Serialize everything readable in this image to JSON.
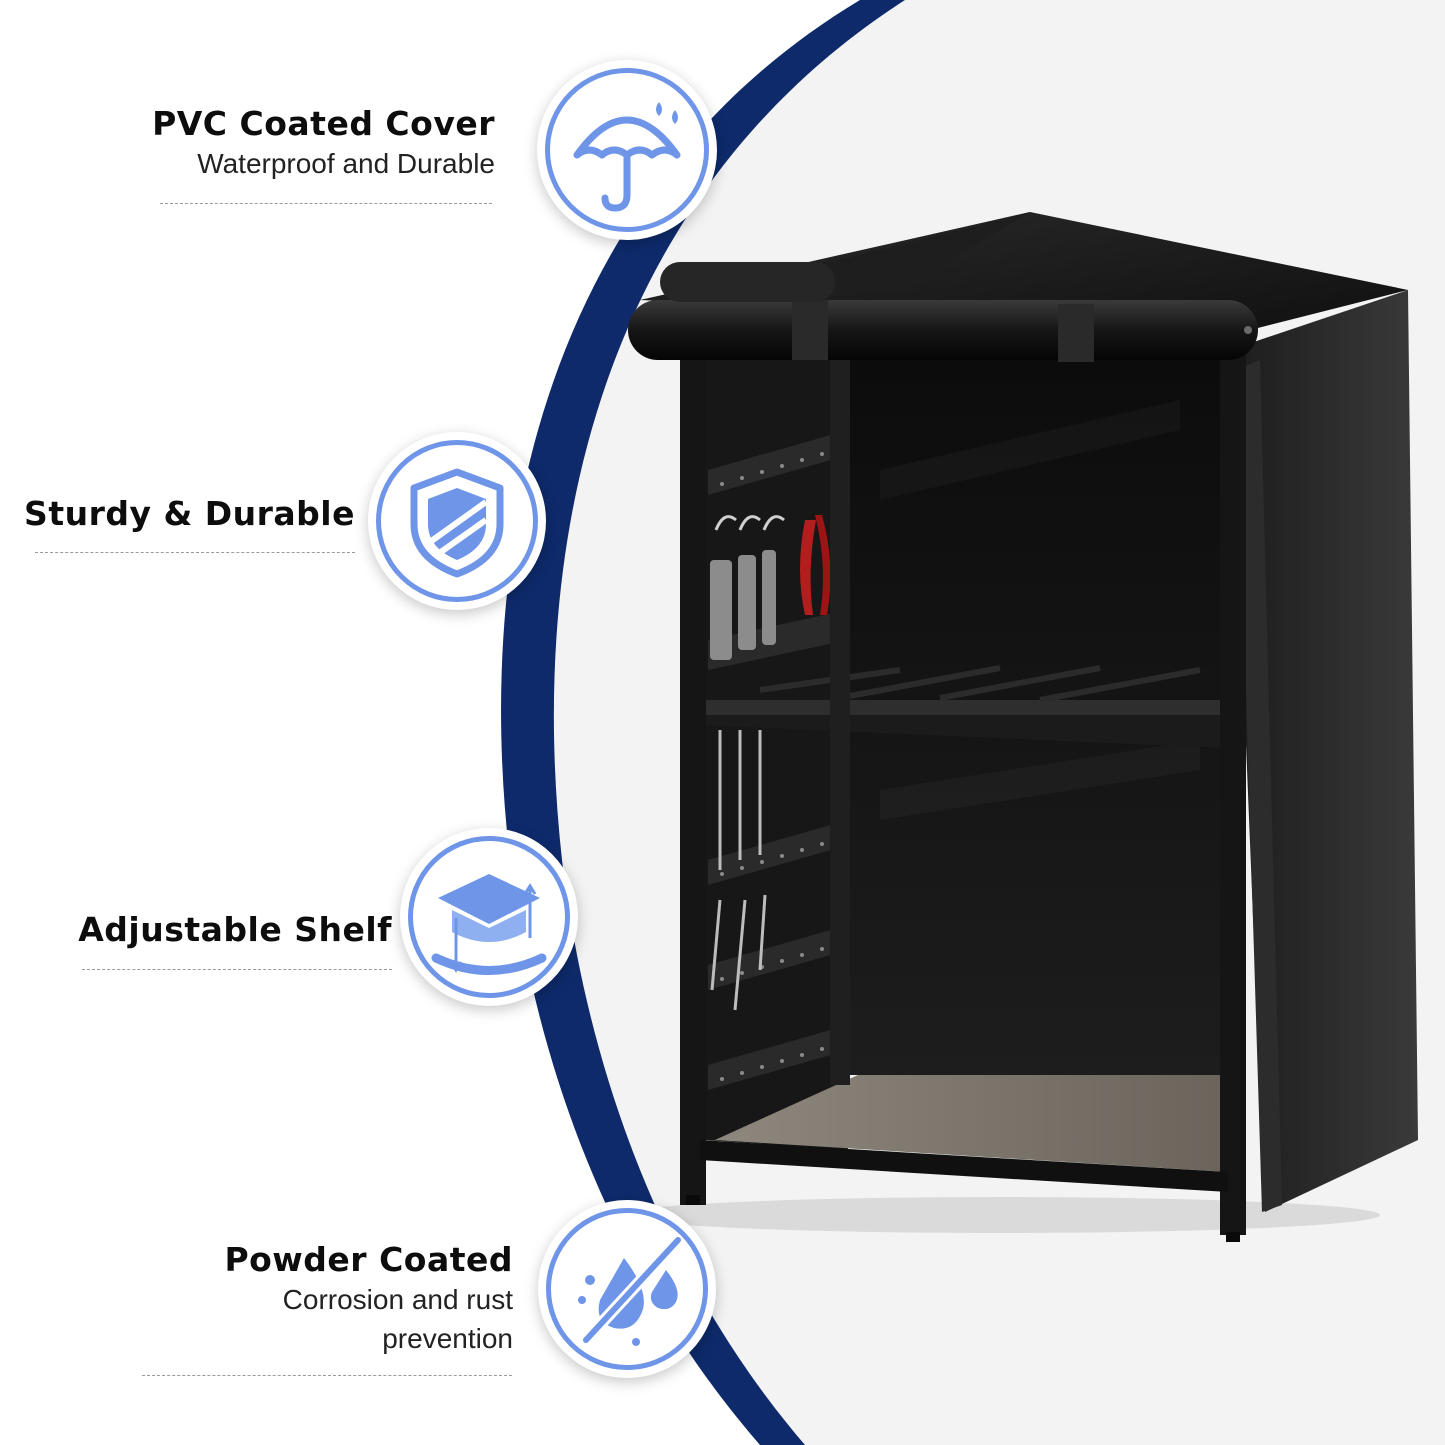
{
  "colors": {
    "accent_ring": "#6f95e8",
    "accent_fill": "#6f95e8",
    "navy_arc": "#0e2a6b",
    "arc_background": "#f3f3f3",
    "product_black": "#141414"
  },
  "features": [
    {
      "title": "PVC Coated Cover",
      "subtitle": [
        "Waterproof and Durable"
      ],
      "icon": "umbrella-rain-icon"
    },
    {
      "title": "Sturdy & Durable",
      "subtitle": [],
      "icon": "shield-icon"
    },
    {
      "title": "Adjustable Shelf",
      "subtitle": [],
      "icon": "adjustable-shelf-icon"
    },
    {
      "title": "Powder Coated",
      "subtitle": [
        "Corrosion and rust",
        "prevention"
      ],
      "icon": "no-water-drop-icon"
    }
  ],
  "product": {
    "icon": "grill-cabinet-with-cover-illustration"
  }
}
